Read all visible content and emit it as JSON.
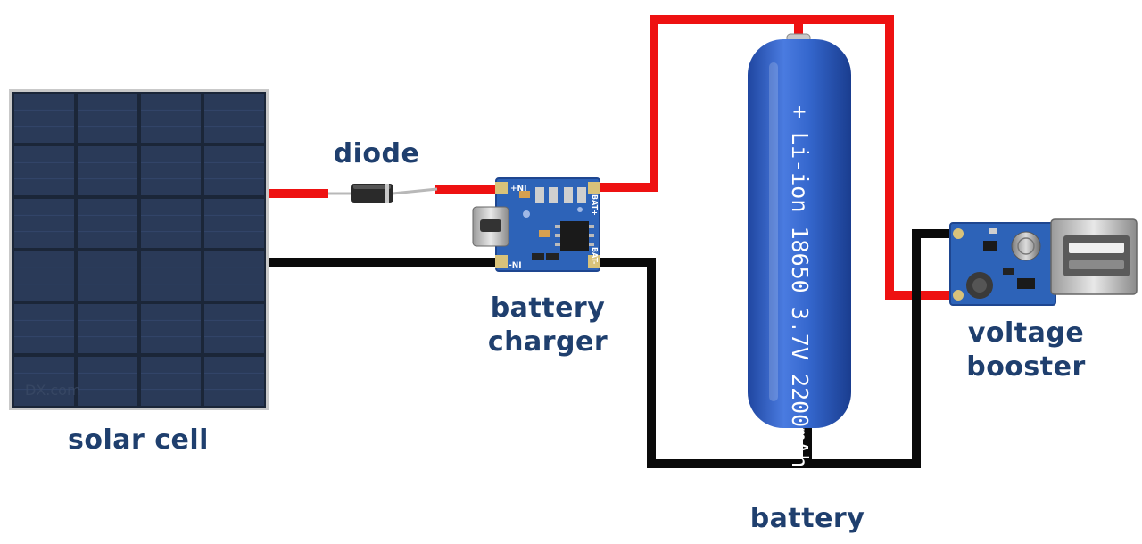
{
  "labels": {
    "solar_cell": "solar cell",
    "diode": "diode",
    "battery_charger_line1": "battery",
    "battery_charger_line2": "charger",
    "battery": "battery",
    "voltage_booster_line1": "voltage",
    "voltage_booster_line2": "booster"
  },
  "battery_print": "+ Li-ion 18650 3.7V 2200mAh -",
  "charger_pins": {
    "in_plus": "+NI",
    "in_minus": "-NI",
    "bat_plus": "BAT+",
    "bat_minus": "BAT-"
  },
  "watermark": "DX.com",
  "colors": {
    "positive_wire": "#ee1111",
    "negative_wire": "#0a0a0a",
    "label_text": "#1f3f6e",
    "solar_panel": "#1b2638",
    "battery_body": "#2f5fc0",
    "pcb": "#2d63b8"
  }
}
